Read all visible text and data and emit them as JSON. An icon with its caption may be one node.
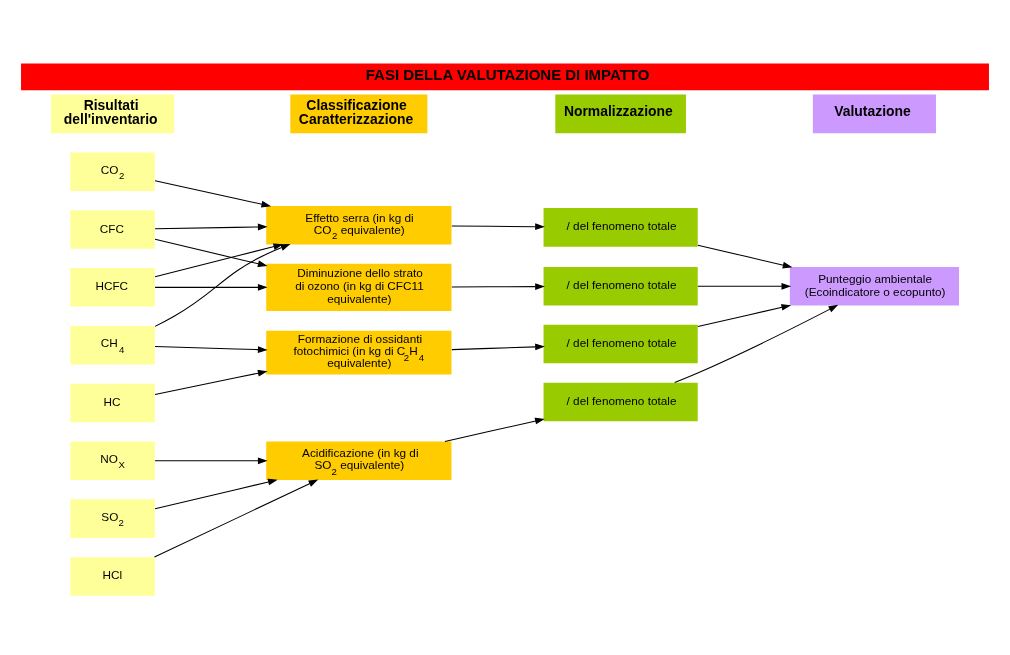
{
  "diagram": {
    "title": "FASI DELLA VALUTAZIONE DI IMPATTO",
    "nodes": [
      {
        "text": [
          "Risultati dell'inventario"
        ]
      },
      {
        "text": [
          "Classificazione Caratterizzazione"
        ]
      },
      {
        "text": [
          "Normalizzazione"
        ]
      },
      {
        "text": [
          "Valutazione"
        ]
      },
      {
        "text": [
          "CO$_{2}$"
        ]
      },
      {
        "text": [
          "CFC"
        ]
      },
      {
        "text": [
          "HCFC"
        ]
      },
      {
        "text": [
          "CH$_{4}$"
        ]
      },
      {
        "text": [
          "HC"
        ]
      },
      {
        "text": [
          "NO$_{X}$"
        ]
      },
      {
        "text": [
          "SO$_{2}$"
        ]
      },
      {
        "text": [
          "HCl"
        ]
      },
      {
        "text": [
          "Effetto serra (in kg di CO$_{2}$ equivalente)"
        ]
      },
      {
        "text": [
          "Diminuzione dello strato di ozono (in kg di CFC11 equivalente)"
        ]
      },
      {
        "text": [
          "Formazione di ossidanti fotochimici (in kg di C$_{2}$H$_{4}$ equivalente)"
        ]
      },
      {
        "text": [
          "Acidificazione (in kg di SO$_{2}$ equivalente)"
        ]
      },
      {
        "text": [
          "/ del fenomeno totale"
        ]
      },
      {
        "text": [
          "/ del fenomeno totale"
        ]
      },
      {
        "text": [
          "/ del fenomeno totale"
        ]
      },
      {
        "text": [
          "/ del fenomeno totale"
        ]
      },
      {
        "text": [
          "Punteggio ambientale (Ecoindicatore o ecopunto)"
        ]
      }
    ],
    "edges": [
      {
        "from": 4,
        "to": 12,
        "arrow": "to"
      },
      {
        "from": 5,
        "to": 12,
        "arrow": "to"
      },
      {
        "from": 5,
        "to": 13,
        "arrow": "to"
      },
      {
        "from": 6,
        "to": 12,
        "arrow": "to"
      },
      {
        "from": 6,
        "to": 13,
        "arrow": "to"
      },
      {
        "from": 7,
        "to": 12,
        "arrow": "to"
      },
      {
        "from": 7,
        "to": 14,
        "arrow": "to"
      },
      {
        "from": 8,
        "to": 14,
        "arrow": "to"
      },
      {
        "from": 9,
        "to": 15,
        "arrow": "to"
      },
      {
        "from": 10,
        "to": 15,
        "arrow": "to"
      },
      {
        "from": 11,
        "to": 15,
        "arrow": "to"
      },
      {
        "from": 12,
        "to": 16,
        "arrow": "to"
      },
      {
        "from": 13,
        "to": 17,
        "arrow": "to"
      },
      {
        "from": 14,
        "to": 18,
        "arrow": "to"
      },
      {
        "from": 15,
        "to": 19,
        "arrow": "to"
      },
      {
        "from": 16,
        "to": 20,
        "arrow": "to"
      },
      {
        "from": 17,
        "to": 20,
        "arrow": "to"
      },
      {
        "from": 18,
        "to": 20,
        "arrow": "to"
      },
      {
        "from": 19,
        "to": 20,
        "arrow": "to"
      }
    ]
  }
}
